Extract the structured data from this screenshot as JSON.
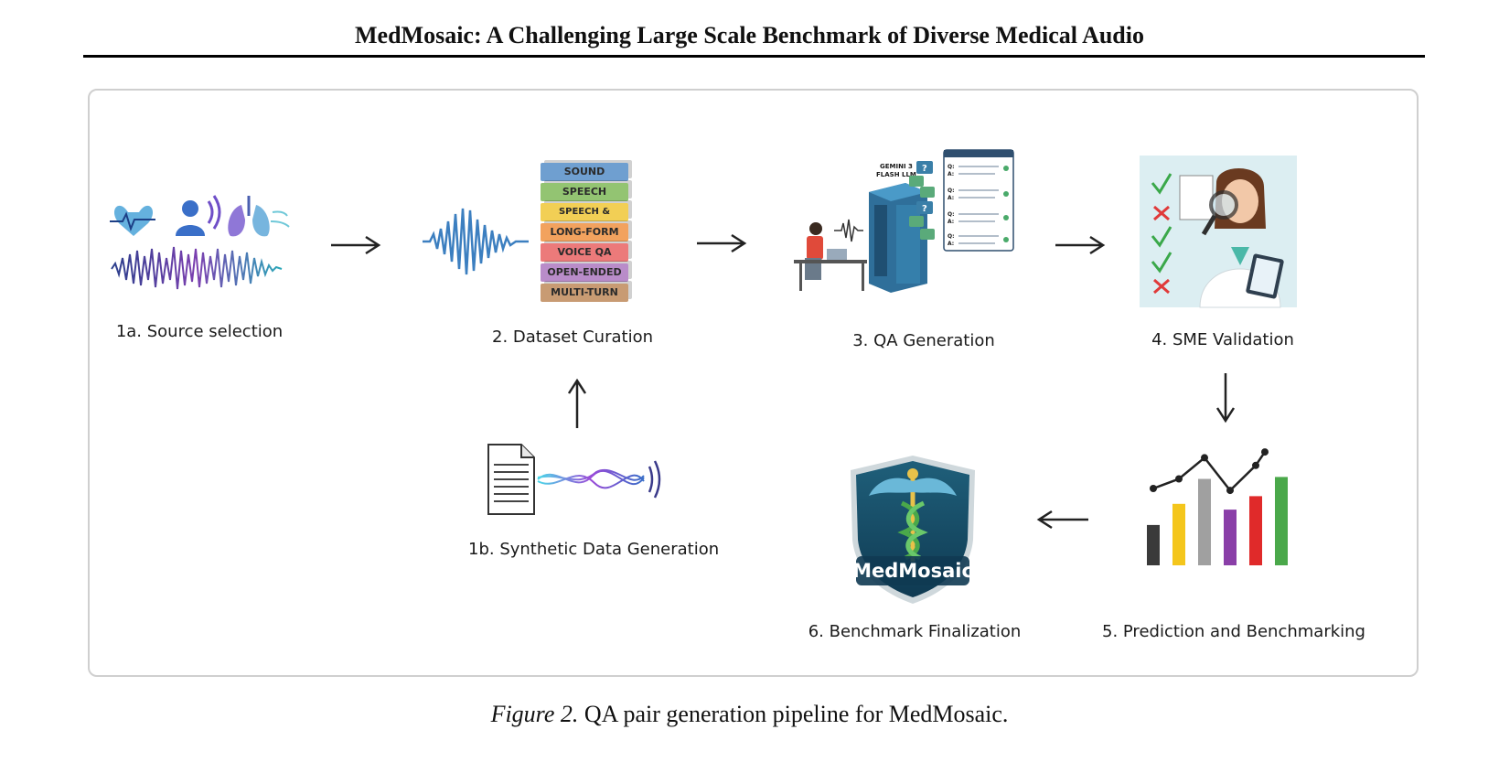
{
  "header": {
    "title": "MedMosaic: A Challenging Large Scale Benchmark of Diverse Medical Audio"
  },
  "steps": {
    "source_selection": "1a. Source selection",
    "dataset_curation": "2. Dataset Curation",
    "qa_generation": "3. QA Generation",
    "sme_validation": "4. SME Validation",
    "synthetic_data": "1b. Synthetic Data Generation",
    "benchmark_finalization": "6. Benchmark Finalization",
    "prediction": "5. Prediction and Benchmarking"
  },
  "curation_layers": [
    {
      "label": "SOUND",
      "color": "#6f9fd0"
    },
    {
      "label": "SPEECH",
      "color": "#93c472"
    },
    {
      "label": "SPEECH & SOUND",
      "color": "#f2cf55"
    },
    {
      "label": "LONG-FORM",
      "color": "#f2a25e"
    },
    {
      "label": "VOICE QA",
      "color": "#ec7a7a"
    },
    {
      "label": "OPEN-ENDED",
      "color": "#b98cc9"
    },
    {
      "label": "MULTI-TURN",
      "color": "#c89b73"
    }
  ],
  "qa_panel": {
    "server_label_line1": "GEMINI 3",
    "server_label_line2": "FLASH LLM",
    "q_marker": "Q:",
    "a_marker": "A:",
    "question_mark": "?"
  },
  "finalization": {
    "logo_text": "MedMosaic"
  },
  "prediction_chart": {
    "bar_values": [
      42,
      64,
      90,
      58,
      72,
      92
    ],
    "bar_colors": [
      "#3a3a3a",
      "#f4c61c",
      "#a0a0a0",
      "#8a3fa8",
      "#e02a2a",
      "#4aa84a"
    ],
    "line_values": [
      80,
      90,
      112,
      78,
      104,
      118
    ]
  },
  "caption": {
    "label": "Figure 2.",
    "text": " QA pair generation pipeline for MedMosaic."
  },
  "colors": {
    "arrow": "#222222",
    "frame": "#cfcfcf",
    "wave_blue": "#3c7fc0"
  }
}
